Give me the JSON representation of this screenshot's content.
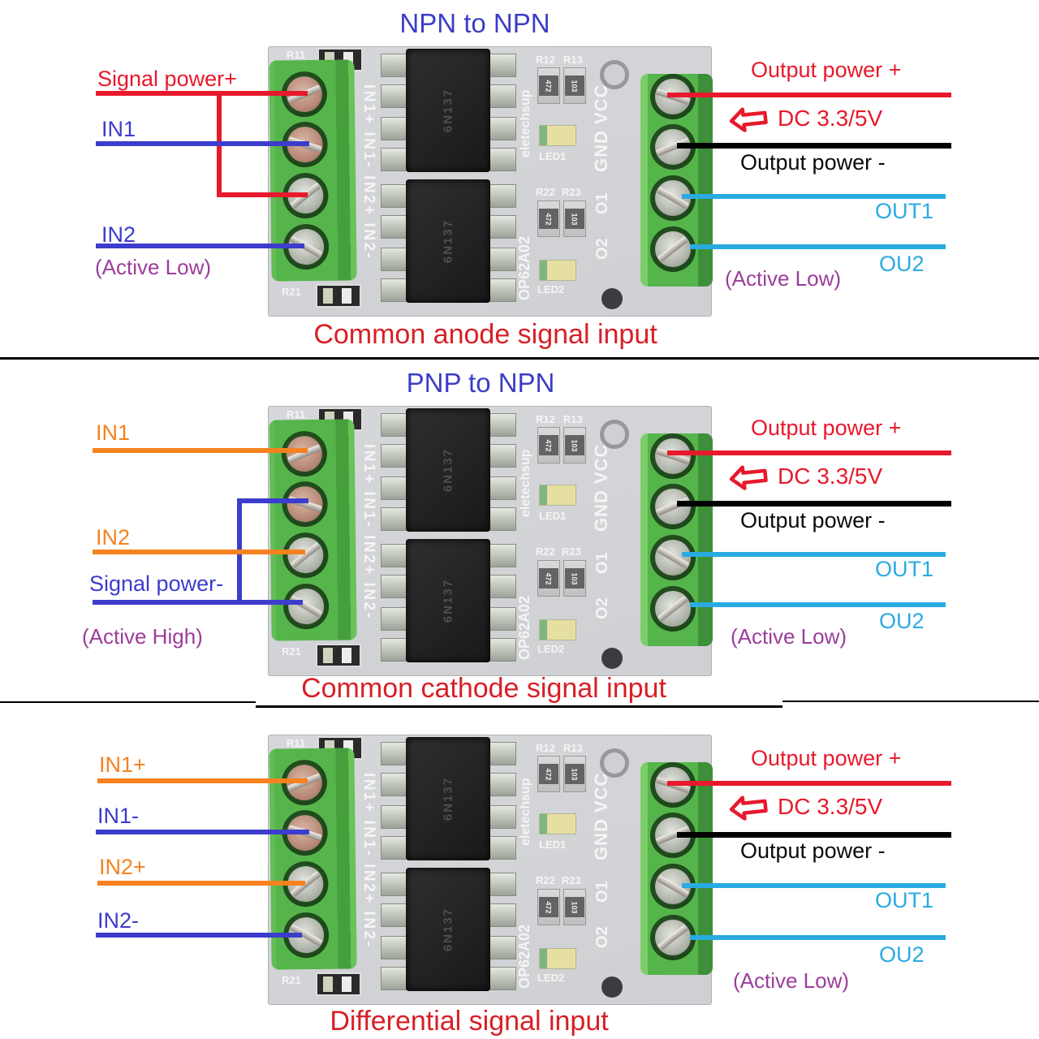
{
  "sections": [
    {
      "title": "NPN to NPN",
      "caption": "Common anode signal input",
      "left": {
        "power": "Signal power+",
        "in1": "IN1",
        "in2": "IN2",
        "note": "(Active Low)"
      },
      "right": {
        "power_plus": "Output power +",
        "dc": "DC 3.3/5V",
        "power_minus": "Output power -",
        "out1": "OUT1",
        "out2": "OU2",
        "note": "(Active Low)"
      }
    },
    {
      "title": "PNP to NPN",
      "caption": "Common cathode signal input",
      "left": {
        "in1": "IN1",
        "in2": "IN2",
        "power": "Signal power-",
        "note": "(Active High)"
      },
      "right": {
        "power_plus": "Output power +",
        "dc": "DC 3.3/5V",
        "power_minus": "Output power -",
        "out1": "OUT1",
        "out2": "OU2",
        "note": "(Active Low)"
      }
    },
    {
      "caption": "Differential signal input",
      "left": {
        "in1p": "IN1+",
        "in1n": "IN1-",
        "in2p": "IN2+",
        "in2n": "IN2-"
      },
      "right": {
        "power_plus": "Output power +",
        "dc": "DC 3.3/5V",
        "power_minus": "Output power -",
        "out1": "OUT1",
        "out2": "OU2",
        "note": "(Active Low)"
      }
    }
  ],
  "pcb": {
    "r11": "R11",
    "r21": "R21",
    "r12": "R12",
    "r13": "R13",
    "r22": "R22",
    "r23": "R23",
    "led1": "LED1",
    "led2": "LED2",
    "brand": "eletechsup",
    "model": "OP62A02",
    "pins_left": "IN1+ IN1- IN2+ IN2-",
    "power_pins": "GND VCC",
    "out1_pin": "O1",
    "out2_pin": "O2",
    "chip_marking": "6N137",
    "code_472": "472",
    "code_103": "103"
  },
  "colors": {
    "red": "#e8192c",
    "blue": "#3c3ccd",
    "orange": "#f5821f",
    "cyan": "#29abe2",
    "purple": "#9b3d9b",
    "black": "#000000",
    "title_blue": "#3b3ec6",
    "caption_red": "#d81f26",
    "board_gray": "#d2d3d6",
    "terminal_green": "#55b54b"
  }
}
